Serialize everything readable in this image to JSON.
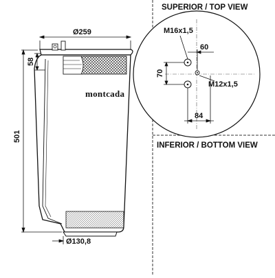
{
  "views": {
    "top_label": "SUPERIOR / TOP VIEW",
    "bottom_label": "INFERIOR / BOTTOM VIEW"
  },
  "side_view": {
    "brand": "montcada",
    "top_diameter": "Ø259",
    "bottom_diameter": "Ø130,8",
    "total_height": "501",
    "piston_height": "58"
  },
  "top_view": {
    "stud_thread": "M16x1,5",
    "air_fitting_thread": "M12x1,5",
    "stud_spacing": "70",
    "offset_horizontal": "60",
    "bolt_distance": "84"
  }
}
